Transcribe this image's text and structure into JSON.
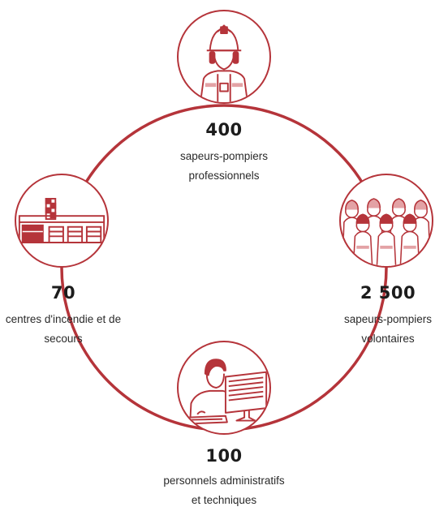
{
  "accent_color": "#b5343a",
  "stats": {
    "top": {
      "icon": "professional-firefighter-icon",
      "number": "400",
      "label_line1": "sapeurs-pompiers",
      "label_line2": "professionnels"
    },
    "right": {
      "icon": "volunteer-firefighters-group-icon",
      "number": "2 500",
      "label_line1": "sapeurs-pompiers",
      "label_line2": "volontaires"
    },
    "bottom": {
      "icon": "administrative-staff-computer-icon",
      "number": "100",
      "label_line1": "personnels administratifs",
      "label_line2": "et techniques"
    },
    "left": {
      "icon": "fire-station-building-icon",
      "number": "70",
      "label_line1": "centres d'incendie et de",
      "label_line2": "secours"
    }
  }
}
